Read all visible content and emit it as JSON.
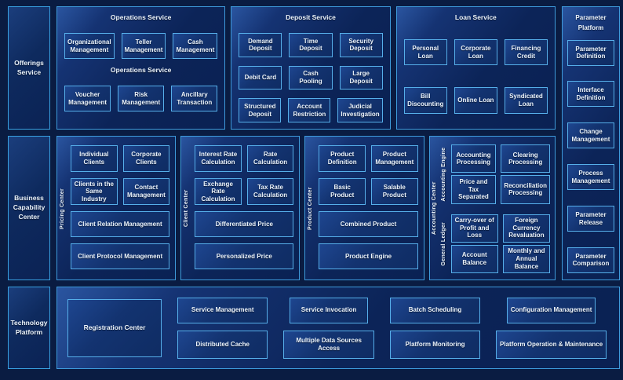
{
  "colors": {
    "page_bg": "#0A1C42",
    "panel_fill": "#0C2458",
    "panel_sheen": "#2A55A0",
    "panel_border": "#3E9BDC",
    "box_fill": "#133370",
    "box_border": "#56AFEA",
    "text": "#EDF5FD"
  },
  "sidebars": {
    "offerings": "Offerings Service",
    "business_capability": "Business Capability Center",
    "technology": "Technology Platform"
  },
  "top_band": {
    "operations": {
      "title": "Operations Service",
      "row1": [
        "Organizational Management",
        "Teller Management",
        "Cash Management"
      ],
      "mid_title": "Operations Service",
      "row2": [
        "Voucher Management",
        "Risk Management",
        "Ancillary Transaction"
      ]
    },
    "deposit": {
      "title": "Deposit Service",
      "rows": [
        [
          "Demand Deposit",
          "Time Deposit",
          "Security Deposit"
        ],
        [
          "Debit Card",
          "Cash Pooling",
          "Large Deposit"
        ],
        [
          "Structured Deposit",
          "Account Restriction",
          "Judicial Investigation"
        ]
      ]
    },
    "loan": {
      "title": "Loan Service",
      "rows": [
        [
          "Personal Loan",
          "Corporate Loan",
          "Financing Credit"
        ],
        [
          "Bill Discounting",
          "Online Loan",
          "Syndicated Loan"
        ]
      ]
    }
  },
  "parameter_platform": {
    "title_line1": "Parameter",
    "title_line2": "Platform",
    "items": [
      "Parameter Definition",
      "Interface Definition",
      "Change Management",
      "Process Management",
      "Parameter Release",
      "Parameter Comparison"
    ]
  },
  "capability_band": {
    "columns": [
      {
        "label": "Pricing Center",
        "grid": [
          "Individual Clients",
          "Corporate Clients",
          "Clients in the Same Industry",
          "Contact Management"
        ],
        "wide": [
          "Client Relation Management",
          "Client Protocol Management"
        ]
      },
      {
        "label": "Client Center",
        "grid": [
          "Interest Rate Calculation",
          "Rate Calculation",
          "Exchange Rate Calculation",
          "Tax Rate Calculation"
        ],
        "wide": [
          "Differentiated Price",
          "Personalized Price"
        ]
      },
      {
        "label": "Product Center",
        "grid": [
          "Product Definition",
          "Product Management",
          "Basic Product",
          "Salable Product"
        ],
        "wide": [
          "Combined Product",
          "Product Engine"
        ]
      }
    ],
    "accounting": {
      "label": "Accounting Center",
      "groups": [
        {
          "label": "Accounting Engine",
          "boxes": [
            "Accounting Processing",
            "Clearing Processing",
            "Price and Tax Separated",
            "Reconciliation Processing"
          ]
        },
        {
          "label": "General  Ledger",
          "boxes": [
            "Carry-over of Profit and Loss",
            "Foreign Currency Revaluation",
            "Account Balance",
            "Monthly and Annual Balance"
          ]
        }
      ]
    }
  },
  "technology_band": {
    "registration": "Registration Center",
    "columns": [
      [
        "Service Management",
        "Distributed Cache"
      ],
      [
        "Service Invocation",
        "Multiple Data Sources Access"
      ],
      [
        "Batch Scheduling",
        "Platform Monitoring"
      ],
      [
        "Configuration Management",
        "Platform Operation & Maintenance"
      ]
    ]
  }
}
